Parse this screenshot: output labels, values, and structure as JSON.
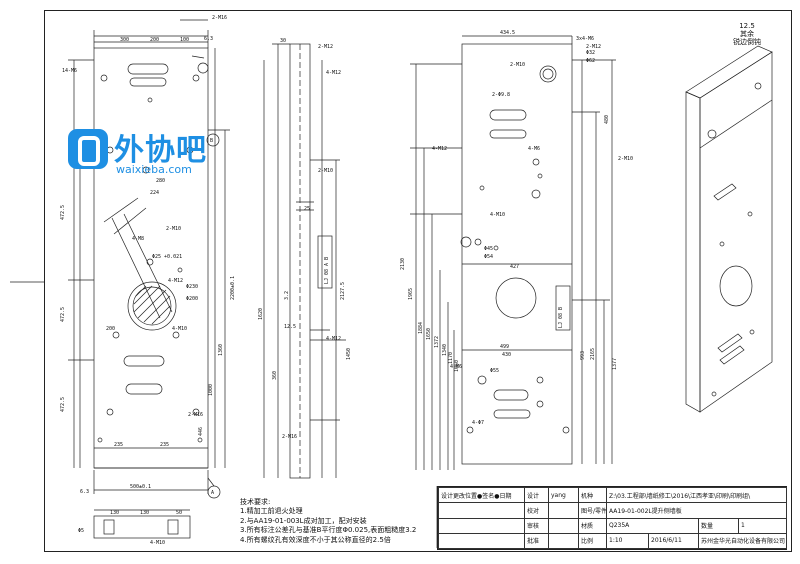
{
  "watermark": {
    "cn": "外协吧",
    "en": "waixieba.com"
  },
  "corner_note": {
    "line1": "其余",
    "line2": "锐边倒钝",
    "roughness": "12.5"
  },
  "tech_notes": {
    "title": "技术要求:",
    "items": [
      "1.精加工前退火处理",
      "2.与AA19-01-003L成对加工，配对安装",
      "3.所有标注公差孔与基准B平行度Φ0.025,表面粗糙度3.2",
      "4.所有螺纹孔有效深度不小于其公称直径的2.5倍"
    ]
  },
  "title_block": {
    "design_change_label": "设计更改位置●签名●日期",
    "design_label": "设计",
    "designer": "yang",
    "model_label": "机种",
    "model_path": "Z:\\03.工程部\\墙纸修工\\2016\\江西孝亚\\印刷\\印刷组\\",
    "check_label": "校对",
    "drawing_label": "图号/零件名",
    "drawing_no": "AA19-01-002L提升侧墙板",
    "review_label": "审核",
    "material_label": "材质",
    "material": "Q235A",
    "qty_label": "数量",
    "qty": "1",
    "approve_label": "批准",
    "scale_label": "比例",
    "scale": "1:10",
    "date": "2016/6/11",
    "company": "苏州金华光自动化设备有限公司"
  },
  "dims": {
    "left": {
      "thread_top": "2-M16",
      "top_300": "300",
      "top_200": "200",
      "top_100": "100",
      "ra": "6.3",
      "m6": "14-M6",
      "d1": "472.5",
      "d2": "472.5",
      "d3": "472.5",
      "h_total": "2200±0.1",
      "h_1360": "1360",
      "h_1000": "1000",
      "h_446": "446",
      "w_235a": "235",
      "w_235b": "235",
      "w_280": "280",
      "w_224": "224",
      "w_500": "500±0.1",
      "w_200": "200",
      "m8": "4-M8",
      "m10a": "2-M10",
      "m10b": "4-M10",
      "m12": "4-M12",
      "d200": "Φ200",
      "d230": "Φ230",
      "d25": "Φ25 +0.021",
      "datum_a": "A",
      "datum_b": "B",
      "ra2": "6.3",
      "m16b": "2-M16"
    },
    "mid": {
      "m12a": "2-M12",
      "m12b": "4-M12",
      "m10": "2-M10",
      "h1620": "1620",
      "h2127": "2127.5",
      "h1450": "1450",
      "h360": "360",
      "h12": "12.5",
      "w30": "30",
      "w25": "25",
      "m16": "2-M16",
      "m12c": "4-M12",
      "label1": "LJ 08 A B",
      "t32": "3.2"
    },
    "right": {
      "top": "434.5",
      "m6": "3x4-M6",
      "m12": "2-M12",
      "m10": "2-M10",
      "d32": "Φ32",
      "d62": "Φ62",
      "d8": "2-Φ9.8",
      "h480": "480",
      "h1965": "1965",
      "h2130": "2130",
      "h1884": "1884",
      "h1650": "1650",
      "h1372": "1372",
      "h1340": "1340",
      "h1170": "1170",
      "h1060": "1060",
      "h2165": "2165",
      "h993": "993",
      "h1377": "1377",
      "w427": "427",
      "w499": "499",
      "w430": "430",
      "d45": "Φ45",
      "d54": "Φ54",
      "d7": "4-Φ7",
      "m6b": "4-M6",
      "d55": "Φ55",
      "m10b": "2-M10",
      "m12b": "4-M12",
      "label": "LJ 08 B",
      "m10c": "4-M10",
      "m6c": "4-M6"
    },
    "bottom": {
      "w130a": "130",
      "w130b": "130",
      "w50": "50",
      "m10": "4-M10",
      "d5": "Φ5"
    }
  }
}
